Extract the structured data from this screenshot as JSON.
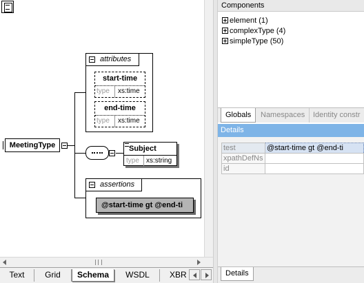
{
  "schema_view": {
    "root_element": "MeetingType",
    "attributes_group": {
      "label": "attributes",
      "items": [
        {
          "name": "start-time",
          "type_label": "type",
          "type_value": "xs:time"
        },
        {
          "name": "end-time",
          "type_label": "type",
          "type_value": "xs:time"
        }
      ]
    },
    "subject": {
      "name": "Subject",
      "type_label": "type",
      "type_value": "xs:string"
    },
    "assertions_group": {
      "label": "assertions",
      "expression": "@start-time gt @end-ti"
    }
  },
  "view_tabs": [
    "Text",
    "Grid",
    "Schema",
    "WSDL",
    "XBR"
  ],
  "active_view_tab": "Schema",
  "components": {
    "title": "Components",
    "items": [
      {
        "label": "element (1)"
      },
      {
        "label": "complexType (4)"
      },
      {
        "label": "simpleType (50)"
      }
    ],
    "tabs": [
      "Globals",
      "Namespaces",
      "Identity constr"
    ],
    "active_tab": "Globals"
  },
  "details": {
    "title": "Details",
    "rows": [
      {
        "key": "test",
        "value": "@start-time gt @end-ti"
      },
      {
        "key": "xpathDefNs",
        "value": ""
      },
      {
        "key": "id",
        "value": ""
      }
    ],
    "tab": "Details"
  },
  "colors": {
    "details_header": "#7eb4e7",
    "assertion_fill": "#b4b4b4",
    "selected_row": "#d6e2f3"
  }
}
